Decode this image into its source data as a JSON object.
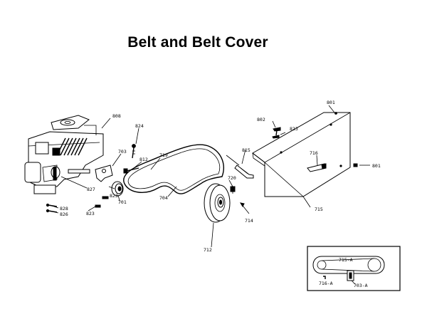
{
  "title": "Belt and Belt Cover",
  "parts": [
    {
      "id": "808"
    },
    {
      "id": "824"
    },
    {
      "id": "703"
    },
    {
      "id": "812"
    },
    {
      "id": "719"
    },
    {
      "id": "827"
    },
    {
      "id": "823"
    },
    {
      "id": "701"
    },
    {
      "id": "823b",
      "text": "823"
    },
    {
      "id": "828"
    },
    {
      "id": "826"
    },
    {
      "id": "704"
    },
    {
      "id": "712"
    },
    {
      "id": "720"
    },
    {
      "id": "815"
    },
    {
      "id": "714"
    },
    {
      "id": "802"
    },
    {
      "id": "823c",
      "text": "823"
    },
    {
      "id": "801"
    },
    {
      "id": "716"
    },
    {
      "id": "801b",
      "text": "801"
    },
    {
      "id": "715"
    }
  ],
  "labels": {
    "p808": "808",
    "p824": "824",
    "p703": "703",
    "p812": "812",
    "p719": "719",
    "p827": "827",
    "p823a": "823",
    "p701": "701",
    "p823b": "823",
    "p828": "828",
    "p826": "826",
    "p704": "704",
    "p712": "712",
    "p720": "720",
    "p815": "815",
    "p714": "714",
    "p802": "802",
    "p823c": "823",
    "p801a": "801",
    "p716": "716",
    "p801b": "801",
    "p715": "715"
  },
  "inset": {
    "labels": {
      "p715a": "715-A",
      "p716a": "716-A",
      "p703a": "703-A"
    }
  }
}
